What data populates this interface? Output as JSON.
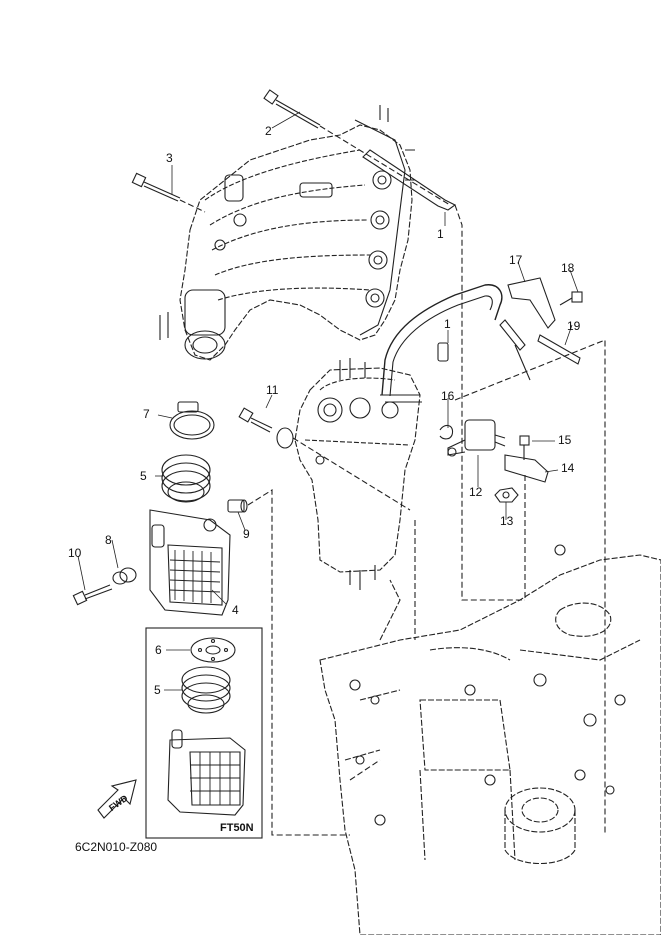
{
  "diagram_code": "6C2N010-Z080",
  "inset_label": "FT50N",
  "direction_label": "FWD",
  "callouts": {
    "c1a": "1",
    "c1b": "1",
    "c2": "2",
    "c3": "3",
    "c4": "4",
    "c5a": "5",
    "c5b": "5",
    "c6": "6",
    "c7": "7",
    "c8": "8",
    "c9": "9",
    "c10": "10",
    "c11": "11",
    "c12": "12",
    "c13": "13",
    "c14": "14",
    "c15": "15",
    "c16": "16",
    "c17": "17",
    "c18": "18",
    "c19": "19"
  },
  "colors": {
    "line": "#222222",
    "background": "#ffffff"
  }
}
